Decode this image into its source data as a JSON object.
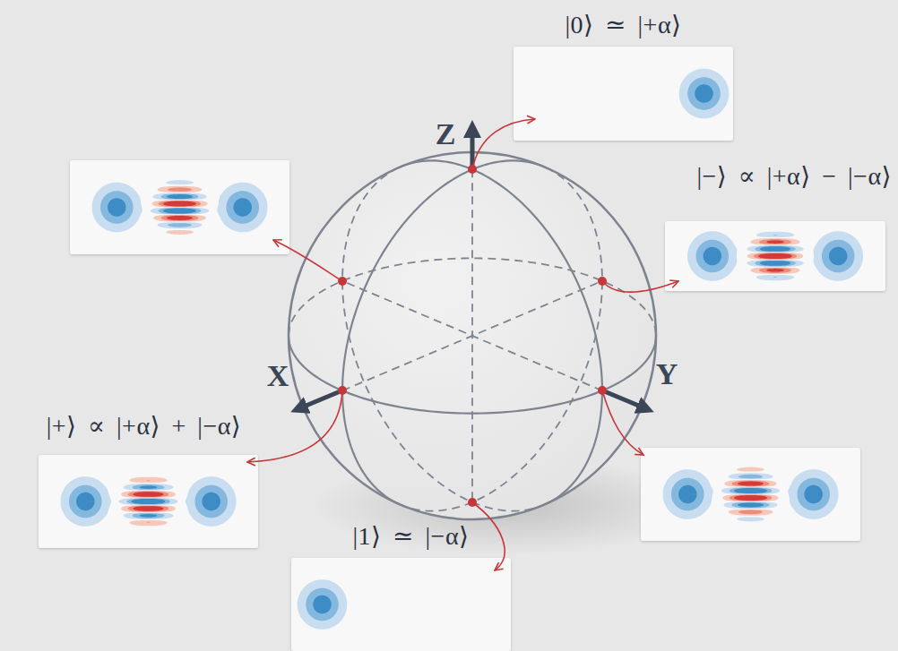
{
  "diagram": {
    "nodes": [
      {
        "text": [
          "|0⟩ ≃ |+α⟩"
        ]
      },
      {
        "text": [
          "|−⟩ ∝ |+α⟩ − |−α⟩"
        ]
      },
      {
        "text": [
          "|+⟩ ∝ |+α⟩ + |−α⟩"
        ]
      },
      {
        "text": [
          "|1⟩ ≃ |−α⟩"
        ]
      }
    ],
    "labels": [
      "Z",
      "X",
      "Y"
    ]
  }
}
